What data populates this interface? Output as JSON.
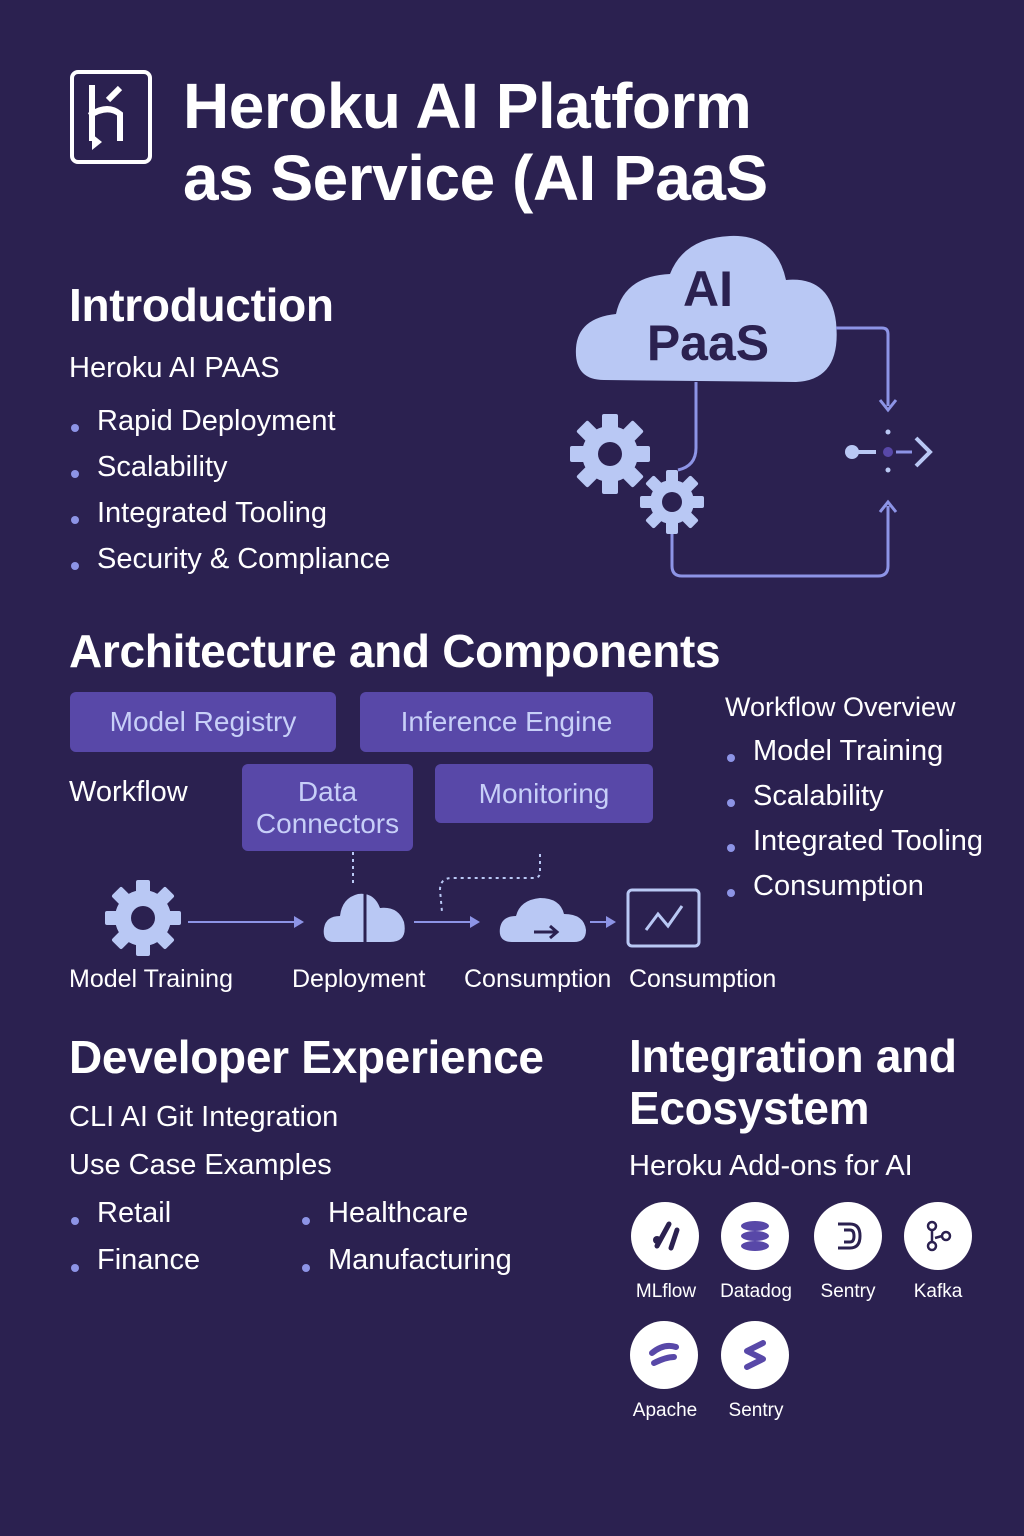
{
  "header": {
    "title_line1": "Heroku AI Platform",
    "title_line2": "as Service (AI PaaS"
  },
  "intro": {
    "heading": "Introduction",
    "subtitle": "Heroku AI PAAS",
    "items": [
      "Rapid Deployment",
      "Scalability",
      "Integrated Tooling",
      "Security & Compliance"
    ]
  },
  "cloud_diagram": {
    "cloud_line1": "AI",
    "cloud_line2": "PaaS"
  },
  "architecture": {
    "heading": "Architecture and Components",
    "boxes": {
      "model_registry": "Model Registry",
      "inference_engine": "Inference Engine",
      "data_connectors_1": "Data",
      "data_connectors_2": "Connectors",
      "monitoring": "Monitoring"
    },
    "workflow_label": "Workflow",
    "flow_steps": [
      "Model Training",
      "Deployment",
      "Consumption",
      "Consumption"
    ],
    "overview_heading": "Workflow Overview",
    "overview_items": [
      "Model Training",
      "Scalability",
      "Integrated Tooling",
      "Consumption"
    ]
  },
  "developer": {
    "heading": "Developer Experience",
    "line1": "CLI AI Git Integration",
    "line2": "Use Case Examples",
    "use_cases_col1": [
      "Retail",
      "Finance"
    ],
    "use_cases_col2": [
      "Healthcare",
      "Manufacturing"
    ]
  },
  "integration": {
    "heading_line1": "Integration and",
    "heading_line2": "Ecosystem",
    "subtitle": "Heroku Add-ons for AI",
    "addons": [
      "MLflow",
      "Datadog",
      "Sentry",
      "Kafka",
      "Apache",
      "Sentry"
    ]
  },
  "colors": {
    "background": "#2b2150",
    "accent_light": "#b9c8f4",
    "box": "#5848a8",
    "bullet": "#8d94e6"
  }
}
